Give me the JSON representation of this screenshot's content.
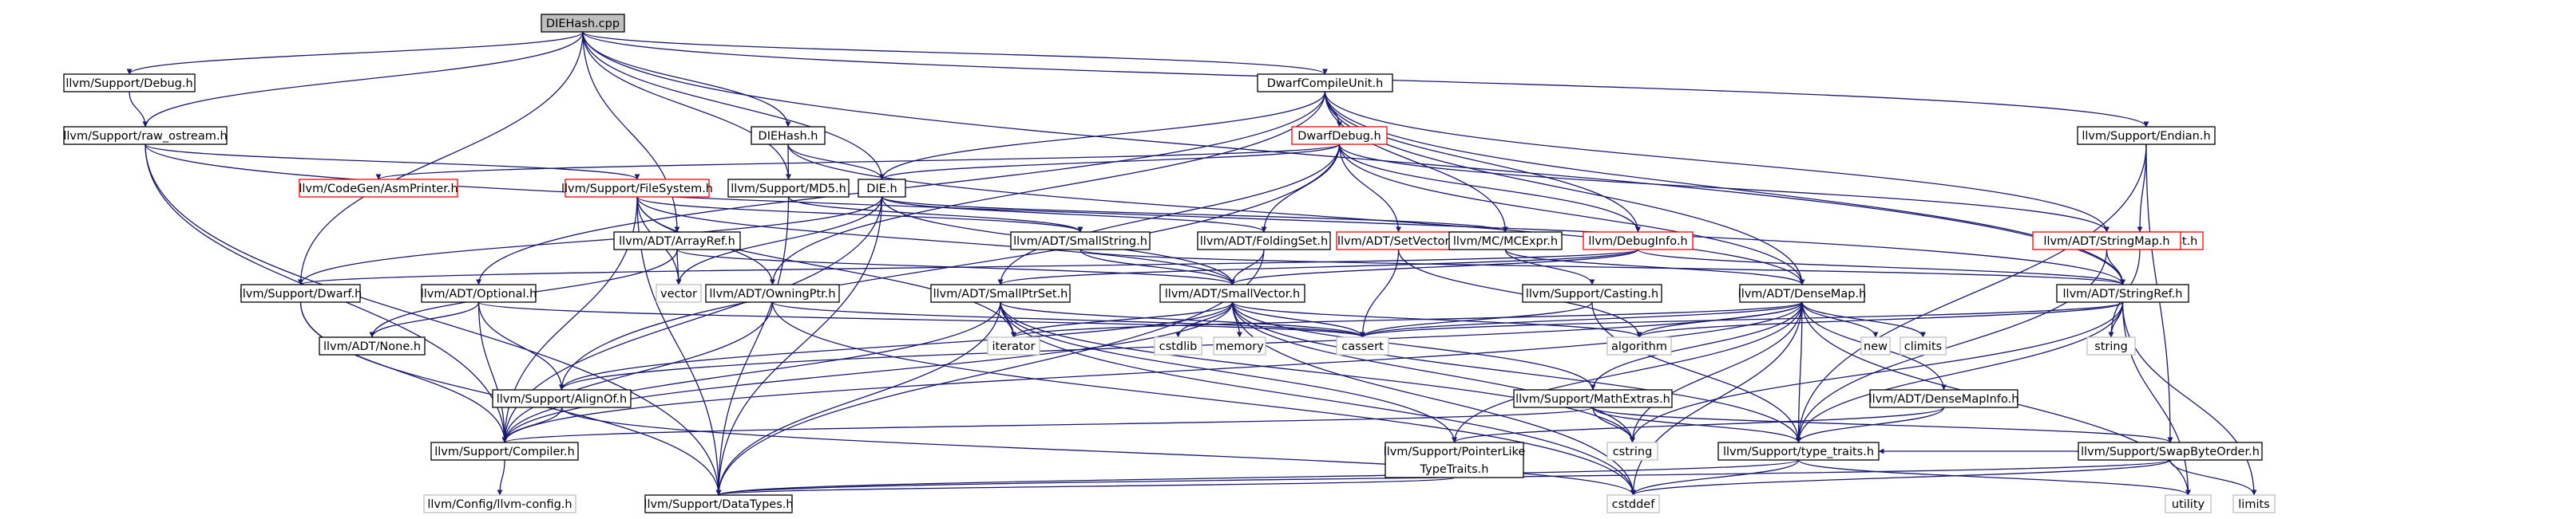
{
  "colors": {
    "edge": "#191970",
    "background": "#ffffff",
    "root_fill": "#bfbfbf",
    "node_stroke": "#000000",
    "undocumented_stroke": "#ff0000",
    "system_stroke": "#bfbfbf",
    "system_text": "#000000",
    "text": "#000000"
  },
  "nodes": [
    {
      "id": "diehash_cpp",
      "label": "DIEHash.cpp",
      "kind": "root"
    },
    {
      "id": "support_debug",
      "label": "llvm/Support/Debug.h",
      "kind": "normal"
    },
    {
      "id": "dwarfcompileunit",
      "label": "DwarfCompileUnit.h",
      "kind": "normal"
    },
    {
      "id": "support_endian",
      "label": "llvm/Support/Endian.h",
      "kind": "normal"
    },
    {
      "id": "raw_ostream",
      "label": "llvm/Support/raw_ostream.h",
      "kind": "normal"
    },
    {
      "id": "diehash_h",
      "label": "DIEHash.h",
      "kind": "normal"
    },
    {
      "id": "dwarfdebug",
      "label": "DwarfDebug.h",
      "kind": "undoc"
    },
    {
      "id": "asmprinter",
      "label": "llvm/CodeGen/AsmPrinter.h",
      "kind": "undoc"
    },
    {
      "id": "filesystem",
      "label": "llvm/Support/FileSystem.h",
      "kind": "undoc"
    },
    {
      "id": "md5",
      "label": "llvm/Support/MD5.h",
      "kind": "normal"
    },
    {
      "id": "die_h",
      "label": "DIE.h",
      "kind": "normal"
    },
    {
      "id": "support_host",
      "label": "llvm/Support/Host.h",
      "kind": "undoc"
    },
    {
      "id": "arrayref",
      "label": "llvm/ADT/ArrayRef.h",
      "kind": "normal"
    },
    {
      "id": "smallstring",
      "label": "llvm/ADT/SmallString.h",
      "kind": "normal"
    },
    {
      "id": "foldingset",
      "label": "llvm/ADT/FoldingSet.h",
      "kind": "normal"
    },
    {
      "id": "setvector",
      "label": "llvm/ADT/SetVector.h",
      "kind": "undoc"
    },
    {
      "id": "mcexpr",
      "label": "llvm/MC/MCExpr.h",
      "kind": "normal"
    },
    {
      "id": "debuginfo",
      "label": "llvm/DebugInfo.h",
      "kind": "undoc"
    },
    {
      "id": "stringmap",
      "label": "llvm/ADT/StringMap.h",
      "kind": "undoc"
    },
    {
      "id": "support_dwarf",
      "label": "llvm/Support/Dwarf.h",
      "kind": "normal"
    },
    {
      "id": "optional",
      "label": "llvm/ADT/Optional.h",
      "kind": "normal"
    },
    {
      "id": "vector",
      "label": "vector",
      "kind": "system"
    },
    {
      "id": "owningptr",
      "label": "llvm/ADT/OwningPtr.h",
      "kind": "normal"
    },
    {
      "id": "smallptrset",
      "label": "llvm/ADT/SmallPtrSet.h",
      "kind": "normal"
    },
    {
      "id": "smallvector",
      "label": "llvm/ADT/SmallVector.h",
      "kind": "normal"
    },
    {
      "id": "casting",
      "label": "llvm/Support/Casting.h",
      "kind": "normal"
    },
    {
      "id": "densemap",
      "label": "llvm/ADT/DenseMap.h",
      "kind": "normal"
    },
    {
      "id": "stringref",
      "label": "llvm/ADT/StringRef.h",
      "kind": "normal"
    },
    {
      "id": "none",
      "label": "llvm/ADT/None.h",
      "kind": "normal"
    },
    {
      "id": "iterator",
      "label": "iterator",
      "kind": "system"
    },
    {
      "id": "cstdlib",
      "label": "cstdlib",
      "kind": "system"
    },
    {
      "id": "memory",
      "label": "memory",
      "kind": "system"
    },
    {
      "id": "cassert",
      "label": "cassert",
      "kind": "system"
    },
    {
      "id": "algorithm",
      "label": "algorithm",
      "kind": "system"
    },
    {
      "id": "new",
      "label": "new",
      "kind": "system"
    },
    {
      "id": "climits",
      "label": "climits",
      "kind": "system"
    },
    {
      "id": "string",
      "label": "string",
      "kind": "system"
    },
    {
      "id": "alignof",
      "label": "llvm/Support/AlignOf.h",
      "kind": "normal"
    },
    {
      "id": "mathextras",
      "label": "llvm/Support/MathExtras.h",
      "kind": "normal"
    },
    {
      "id": "densemapinfo",
      "label": "llvm/ADT/DenseMapInfo.h",
      "kind": "normal"
    },
    {
      "id": "compiler",
      "label": "llvm/Support/Compiler.h",
      "kind": "normal"
    },
    {
      "id": "pointerlike",
      "label": "llvm/Support/PointerLike\nTypeTraits.h",
      "kind": "normal"
    },
    {
      "id": "cstring",
      "label": "cstring",
      "kind": "system"
    },
    {
      "id": "type_traits",
      "label": "llvm/Support/type_traits.h",
      "kind": "normal"
    },
    {
      "id": "swapbyteorder",
      "label": "llvm/Support/SwapByteOrder.h",
      "kind": "normal"
    },
    {
      "id": "utility",
      "label": "utility",
      "kind": "system"
    },
    {
      "id": "limits",
      "label": "limits",
      "kind": "system"
    },
    {
      "id": "llvm_config",
      "label": "llvm/Config/llvm-config.h",
      "kind": "system"
    },
    {
      "id": "datatypes",
      "label": "llvm/Support/DataTypes.h",
      "kind": "normal"
    },
    {
      "id": "cstddef",
      "label": "cstddef",
      "kind": "system"
    }
  ],
  "edges": [
    [
      "diehash_cpp",
      "support_debug"
    ],
    [
      "diehash_cpp",
      "raw_ostream"
    ],
    [
      "diehash_cpp",
      "dwarfcompileunit"
    ],
    [
      "diehash_cpp",
      "support_endian"
    ],
    [
      "diehash_cpp",
      "diehash_h"
    ],
    [
      "diehash_cpp",
      "die_h"
    ],
    [
      "diehash_cpp",
      "md5"
    ],
    [
      "diehash_cpp",
      "arrayref"
    ],
    [
      "diehash_cpp",
      "support_dwarf"
    ],
    [
      "diehash_cpp",
      "stringref"
    ],
    [
      "support_debug",
      "raw_ostream"
    ],
    [
      "raw_ostream",
      "filesystem"
    ],
    [
      "raw_ostream",
      "stringref"
    ],
    [
      "raw_ostream",
      "compiler"
    ],
    [
      "raw_ostream",
      "datatypes"
    ],
    [
      "dwarfcompileunit",
      "dwarfdebug"
    ],
    [
      "dwarfcompileunit",
      "die_h"
    ],
    [
      "dwarfcompileunit",
      "optional"
    ],
    [
      "dwarfcompileunit",
      "owningptr"
    ],
    [
      "dwarfcompileunit",
      "densemap"
    ],
    [
      "dwarfcompileunit",
      "stringmap"
    ],
    [
      "dwarfcompileunit",
      "debuginfo"
    ],
    [
      "dwarfcompileunit",
      "mcexpr"
    ],
    [
      "dwarfcompileunit",
      "stringref"
    ],
    [
      "support_endian",
      "support_host"
    ],
    [
      "support_endian",
      "swapbyteorder"
    ],
    [
      "support_endian",
      "type_traits"
    ],
    [
      "support_host",
      "stringmap"
    ],
    [
      "support_host",
      "string"
    ],
    [
      "diehash_h",
      "die_h"
    ],
    [
      "diehash_h",
      "md5"
    ],
    [
      "diehash_h",
      "densemap"
    ],
    [
      "dwarfdebug",
      "asmprinter"
    ],
    [
      "dwarfdebug",
      "die_h"
    ],
    [
      "dwarfdebug",
      "debuginfo"
    ],
    [
      "dwarfdebug",
      "foldingset"
    ],
    [
      "dwarfdebug",
      "setvector"
    ],
    [
      "dwarfdebug",
      "smallptrset"
    ],
    [
      "dwarfdebug",
      "densemap"
    ],
    [
      "dwarfdebug",
      "stringmap"
    ],
    [
      "dwarfdebug",
      "alignof"
    ],
    [
      "filesystem",
      "smallstring"
    ],
    [
      "filesystem",
      "owningptr"
    ],
    [
      "filesystem",
      "datatypes"
    ],
    [
      "filesystem",
      "compiler"
    ],
    [
      "filesystem",
      "iterator"
    ],
    [
      "filesystem",
      "vector"
    ],
    [
      "filesystem",
      "smallvector"
    ],
    [
      "md5",
      "smallstring"
    ],
    [
      "md5",
      "datatypes"
    ],
    [
      "die_h",
      "foldingset"
    ],
    [
      "die_h",
      "smallvector"
    ],
    [
      "die_h",
      "support_dwarf"
    ],
    [
      "die_h",
      "mcexpr"
    ],
    [
      "die_h",
      "vector"
    ],
    [
      "die_h",
      "compiler"
    ],
    [
      "die_h",
      "datatypes"
    ],
    [
      "arrayref",
      "smallvector"
    ],
    [
      "arrayref",
      "vector"
    ],
    [
      "arrayref",
      "none"
    ],
    [
      "smallstring",
      "smallvector"
    ],
    [
      "smallstring",
      "stringref"
    ],
    [
      "foldingset",
      "smallvector"
    ],
    [
      "foldingset",
      "datatypes"
    ],
    [
      "setvector",
      "cassert"
    ],
    [
      "setvector",
      "algorithm"
    ],
    [
      "mcexpr",
      "casting"
    ],
    [
      "mcexpr",
      "densemap"
    ],
    [
      "debuginfo",
      "smallvector"
    ],
    [
      "debuginfo",
      "smallptrset"
    ],
    [
      "debuginfo",
      "stringref"
    ],
    [
      "debuginfo",
      "support_dwarf"
    ],
    [
      "stringmap",
      "stringref"
    ],
    [
      "stringmap",
      "type_traits"
    ],
    [
      "support_dwarf",
      "compiler"
    ],
    [
      "support_dwarf",
      "datatypes"
    ],
    [
      "optional",
      "none"
    ],
    [
      "optional",
      "alignof"
    ],
    [
      "optional",
      "compiler"
    ],
    [
      "optional",
      "cassert"
    ],
    [
      "owningptr",
      "compiler"
    ],
    [
      "owningptr",
      "cassert"
    ],
    [
      "owningptr",
      "cstddef"
    ],
    [
      "smallptrset",
      "compiler"
    ],
    [
      "smallptrset",
      "datatypes"
    ],
    [
      "smallptrset",
      "pointerlike"
    ],
    [
      "smallptrset",
      "cassert"
    ],
    [
      "smallptrset",
      "cstddef"
    ],
    [
      "smallptrset",
      "cstring"
    ],
    [
      "smallptrset",
      "iterator"
    ],
    [
      "smallvector",
      "alignof"
    ],
    [
      "smallvector",
      "compiler"
    ],
    [
      "smallvector",
      "mathextras"
    ],
    [
      "smallvector",
      "type_traits"
    ],
    [
      "smallvector",
      "algorithm"
    ],
    [
      "smallvector",
      "cassert"
    ],
    [
      "smallvector",
      "cstddef"
    ],
    [
      "smallvector",
      "cstdlib"
    ],
    [
      "smallvector",
      "cstring"
    ],
    [
      "smallvector",
      "iterator"
    ],
    [
      "smallvector",
      "memory"
    ],
    [
      "casting",
      "type_traits"
    ],
    [
      "casting",
      "cassert"
    ],
    [
      "densemap",
      "alignof"
    ],
    [
      "densemap",
      "compiler"
    ],
    [
      "densemap",
      "mathextras"
    ],
    [
      "densemap",
      "pointerlike"
    ],
    [
      "densemap",
      "type_traits"
    ],
    [
      "densemap",
      "densemapinfo"
    ],
    [
      "densemap",
      "algorithm"
    ],
    [
      "densemap",
      "cassert"
    ],
    [
      "densemap",
      "climits"
    ],
    [
      "densemap",
      "cstddef"
    ],
    [
      "densemap",
      "cstring"
    ],
    [
      "densemap",
      "iterator"
    ],
    [
      "densemap",
      "new"
    ],
    [
      "densemap",
      "utility"
    ],
    [
      "stringref",
      "type_traits"
    ],
    [
      "stringref",
      "algorithm"
    ],
    [
      "stringref",
      "cassert"
    ],
    [
      "stringref",
      "cstring"
    ],
    [
      "stringref",
      "limits"
    ],
    [
      "stringref",
      "string"
    ],
    [
      "stringref",
      "utility"
    ],
    [
      "alignof",
      "compiler"
    ],
    [
      "alignof",
      "cstddef"
    ],
    [
      "mathextras",
      "swapbyteorder"
    ],
    [
      "mathextras",
      "type_traits"
    ],
    [
      "mathextras",
      "compiler"
    ],
    [
      "mathextras",
      "cstring"
    ],
    [
      "densemapinfo",
      "pointerlike"
    ],
    [
      "densemapinfo",
      "type_traits"
    ],
    [
      "compiler",
      "llvm_config"
    ],
    [
      "pointerlike",
      "datatypes"
    ],
    [
      "type_traits",
      "datatypes"
    ],
    [
      "type_traits",
      "cstddef"
    ],
    [
      "type_traits",
      "utility"
    ],
    [
      "swapbyteorder",
      "type_traits"
    ],
    [
      "swapbyteorder",
      "datatypes"
    ],
    [
      "swapbyteorder",
      "cstddef"
    ],
    [
      "swapbyteorder",
      "limits"
    ]
  ]
}
